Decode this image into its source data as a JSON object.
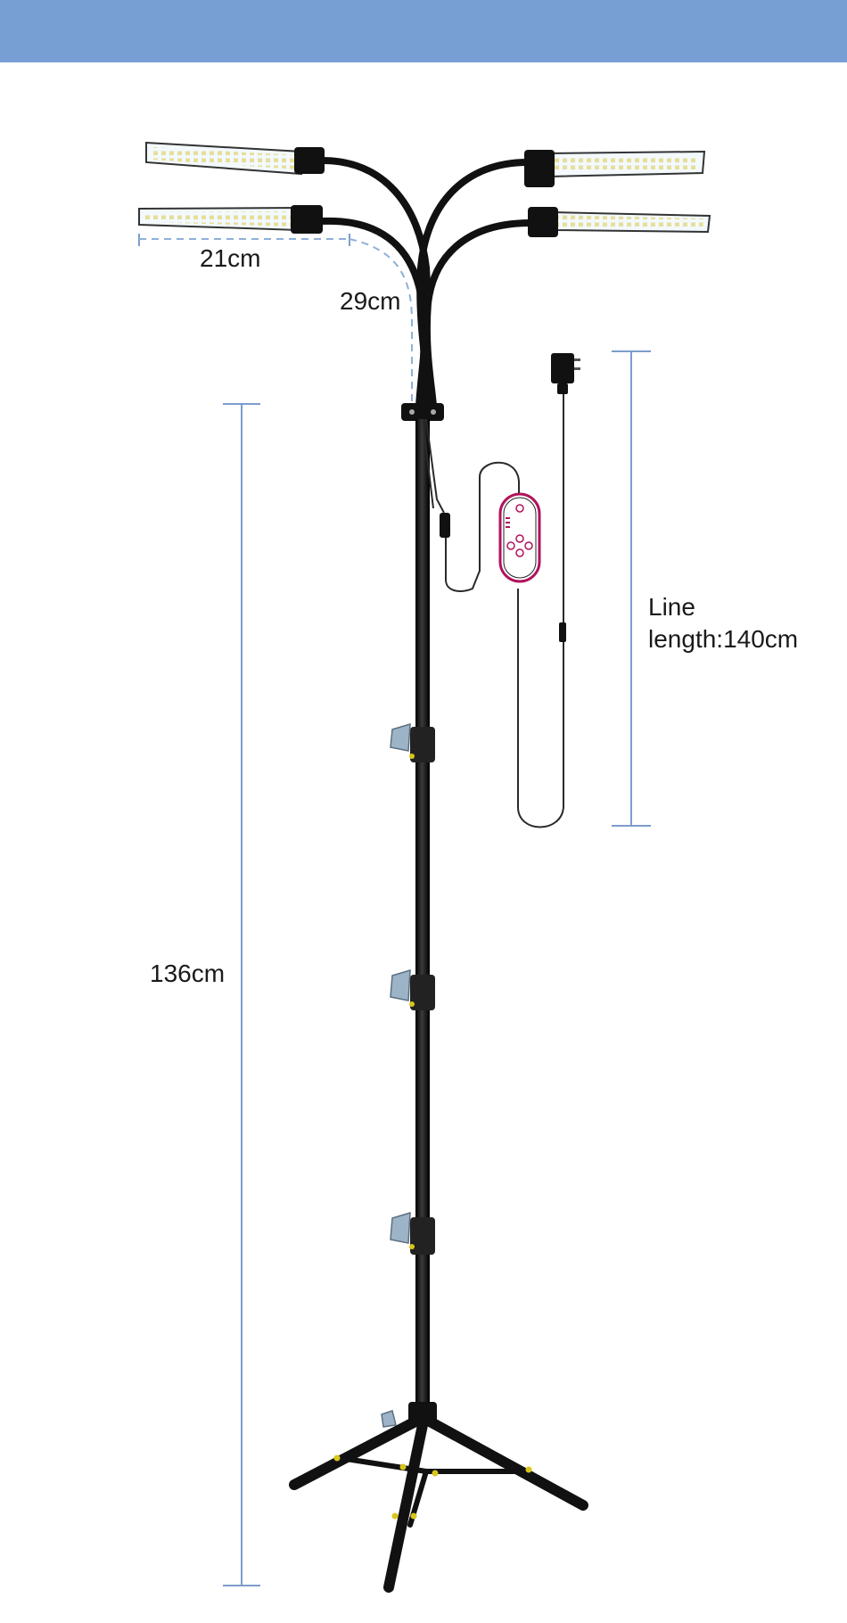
{
  "header": {
    "color": "#789fd3"
  },
  "dimensions": {
    "panel_width": "21cm",
    "gooseneck_length": "29cm",
    "stand_height": "136cm",
    "line_length_line1": "Line",
    "line_length_line2": "length:140cm"
  },
  "colors": {
    "dimension_line": "#7d9ccc",
    "dashed_line": "#8fb0d8",
    "metal": "#1d1d1d",
    "led_panel": "#eef6fb",
    "led_chip": "#e9e4a8",
    "controller_accent": "#b0125d",
    "clamp": "#9db4c8",
    "screw": "#d8c61a"
  },
  "icons": {
    "power_plug": "power-plug-icon",
    "controller": "remote-controller-icon"
  }
}
